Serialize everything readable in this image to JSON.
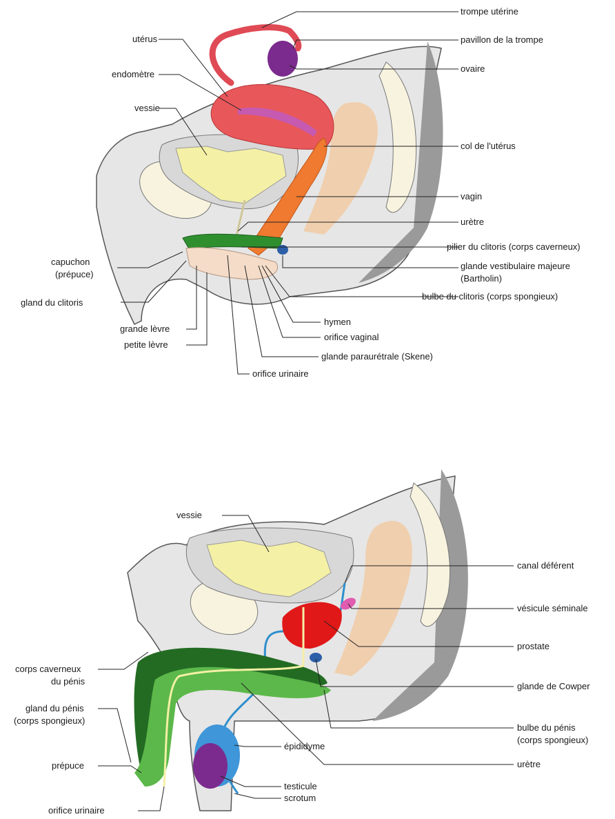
{
  "female": {
    "labels": {
      "trompe": "trompe utérine",
      "pavillon": "pavillon de la trompe",
      "ovaire": "ovaire",
      "uterus": "utérus",
      "endometre": "endomètre",
      "vessie": "vessie",
      "col": "col de l'utérus",
      "vagin": "vagin",
      "uretre": "urètre",
      "pilier": "pilier du clitoris (corps caverneux)",
      "capuchon_1": "capuchon",
      "capuchon_2": "(prépuce)",
      "glande_vest_1": "glande vestibulaire majeure",
      "glande_vest_2": "(Bartholin)",
      "gland_clitoris": "gland du clitoris",
      "bulbe_clitoris": "bulbe du clitoris (corps spongieux)",
      "hymen": "hymen",
      "grande_levre": "grande lèvre",
      "orifice_vaginal": "orifice vaginal",
      "petite_levre": "petite lèvre",
      "glande_paraur": "glande paraurétrale (Skene)",
      "orifice_urinaire": "orifice urinaire"
    }
  },
  "male": {
    "labels": {
      "vessie": "vessie",
      "canal": "canal déférent",
      "vesicule": "vésicule séminale",
      "prostate": "prostate",
      "corps_cav_1": "corps caverneux",
      "corps_cav_2": "du pénis",
      "cowper": "glande de Cowper",
      "gland_penis_1": "gland du pénis",
      "gland_penis_2": "(corps spongieux)",
      "bulbe_penis_1": "bulbe du pénis",
      "bulbe_penis_2": "(corps spongieux)",
      "epididyme": "épididyme",
      "prepuce": "prépuce",
      "uretre": "urètre",
      "testicule": "testicule",
      "scrotum": "scrotum",
      "orifice_urinaire": "orifice urinaire"
    }
  },
  "colors": {
    "skin": "#e6e6e6",
    "skin_dark": "#bdbdbd",
    "bone": "#f7f3df",
    "bladder": "#f4f0a6",
    "uterus": "#e8575a",
    "tube": "#df4a55",
    "ovary": "#7b2b8e",
    "vagina": "#ef7a30",
    "rectum": "#f0cfae",
    "clitoris": "#2f8f2f",
    "penis_dark": "#236b23",
    "penis_light": "#5cb84a",
    "prostate": "#e01818",
    "seminal": "#e05cb0",
    "cowper": "#2d5fa8",
    "vas": "#2f8fcc",
    "testis": "#7b2b8e",
    "epididymis": "#3f96d8"
  }
}
